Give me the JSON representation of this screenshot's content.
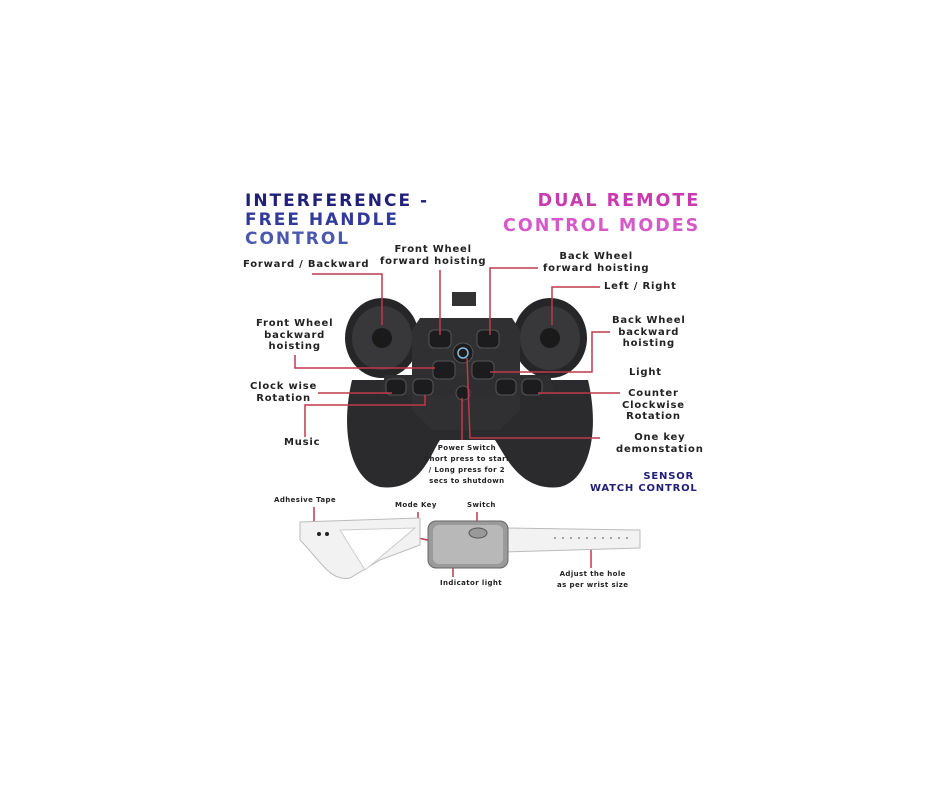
{
  "headline_left": {
    "line1": "INTERFERENCE -",
    "line2": "FREE HANDLE",
    "line3": "CONTROL"
  },
  "headline_right": {
    "line1": "DUAL REMOTE",
    "line2": "CONTROL MODES"
  },
  "controller_labels": {
    "front_wheel_forward": [
      "Front Wheel",
      "forward hoisting"
    ],
    "forward_backward": "Forward / Backward",
    "back_wheel_forward": [
      "Back Wheel",
      "forward hoisting"
    ],
    "left_right": "Left / Right",
    "front_wheel_backward": [
      "Front Wheel",
      "backward",
      "hoisting"
    ],
    "back_wheel_backward": [
      "Back Wheel",
      "backward",
      "hoisting"
    ],
    "light": "Light",
    "clockwise": [
      "Clock wise",
      "Rotation"
    ],
    "counter_clockwise": [
      "Counter",
      "Clockwise",
      "Rotation"
    ],
    "music": "Music",
    "one_key_demo": [
      "One key",
      "demonstation"
    ],
    "power_switch": [
      "Power Switch",
      "Short press to start",
      "/ Long press for 2",
      "secs to shutdown"
    ]
  },
  "sensor_title": [
    "SENSOR",
    "WATCH CONTROL"
  ],
  "watch_labels": {
    "adhesive_tape": "Adhesive Tape",
    "mode_key": "Mode Key",
    "switch": "Switch",
    "indicator_light": "Indicator light",
    "adjust_hole": [
      "Adjust the hole",
      "as per wrist size"
    ]
  },
  "colors": {
    "leader_line": "#c0394b",
    "title_left": "#2a2a8a",
    "title_right": "#d23fb8"
  }
}
